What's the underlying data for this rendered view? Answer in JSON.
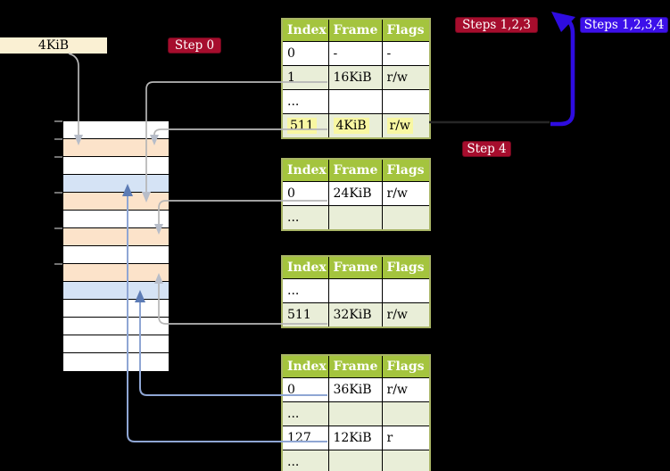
{
  "colors": {
    "header-green": "#a4c43e",
    "row-green": "#e9eed8",
    "table-border": "#a9b566",
    "mem-orange": "#fce3ca",
    "mem-blue": "#d5e3f5",
    "cream": "#faf0d3",
    "badge-red": "#a60d2d",
    "badge-blue": "#3c10ea",
    "arrow-blue": "#2e0ce0",
    "line-gray": "#b6b6b6",
    "line-blue": "#8fa6d4",
    "highlight-yellow": "#f8f7a2"
  },
  "memory_label": {
    "text": "4KiB"
  },
  "badges": {
    "step0": "Step 0",
    "steps123": "Steps 1,2,3",
    "steps1234": "Steps 1,2,3,4",
    "step4": "Step 4"
  },
  "memory": {
    "rows": [
      {
        "fill": "white"
      },
      {
        "fill": "orange"
      },
      {
        "fill": "white"
      },
      {
        "fill": "blue"
      },
      {
        "fill": "orange"
      },
      {
        "fill": "white"
      },
      {
        "fill": "orange"
      },
      {
        "fill": "white"
      },
      {
        "fill": "orange"
      },
      {
        "fill": "blue"
      },
      {
        "fill": "white"
      },
      {
        "fill": "white"
      },
      {
        "fill": "white"
      },
      {
        "fill": "white"
      }
    ]
  },
  "tables": [
    {
      "headers": [
        "Index",
        "Frame",
        "Flags"
      ],
      "rows": [
        {
          "cells": [
            "0",
            "-",
            "-"
          ]
        },
        {
          "cells": [
            "1",
            "16KiB",
            "r/w"
          ]
        },
        {
          "cells": [
            "...",
            "",
            ""
          ]
        },
        {
          "cells": [
            "511",
            "4KiB",
            "r/w"
          ],
          "highlighted": true
        }
      ]
    },
    {
      "headers": [
        "Index",
        "Frame",
        "Flags"
      ],
      "rows": [
        {
          "cells": [
            "0",
            "24KiB",
            "r/w"
          ]
        },
        {
          "cells": [
            "...",
            "",
            ""
          ]
        }
      ]
    },
    {
      "headers": [
        "Index",
        "Frame",
        "Flags"
      ],
      "rows": [
        {
          "cells": [
            "...",
            "",
            ""
          ]
        },
        {
          "cells": [
            "511",
            "32KiB",
            "r/w"
          ]
        }
      ]
    },
    {
      "headers": [
        "Index",
        "Frame",
        "Flags"
      ],
      "rows": [
        {
          "cells": [
            "0",
            "36KiB",
            "r/w"
          ]
        },
        {
          "cells": [
            "...",
            "",
            ""
          ]
        },
        {
          "cells": [
            "127",
            "12KiB",
            "r"
          ]
        },
        {
          "cells": [
            "...",
            "",
            ""
          ]
        }
      ]
    }
  ]
}
